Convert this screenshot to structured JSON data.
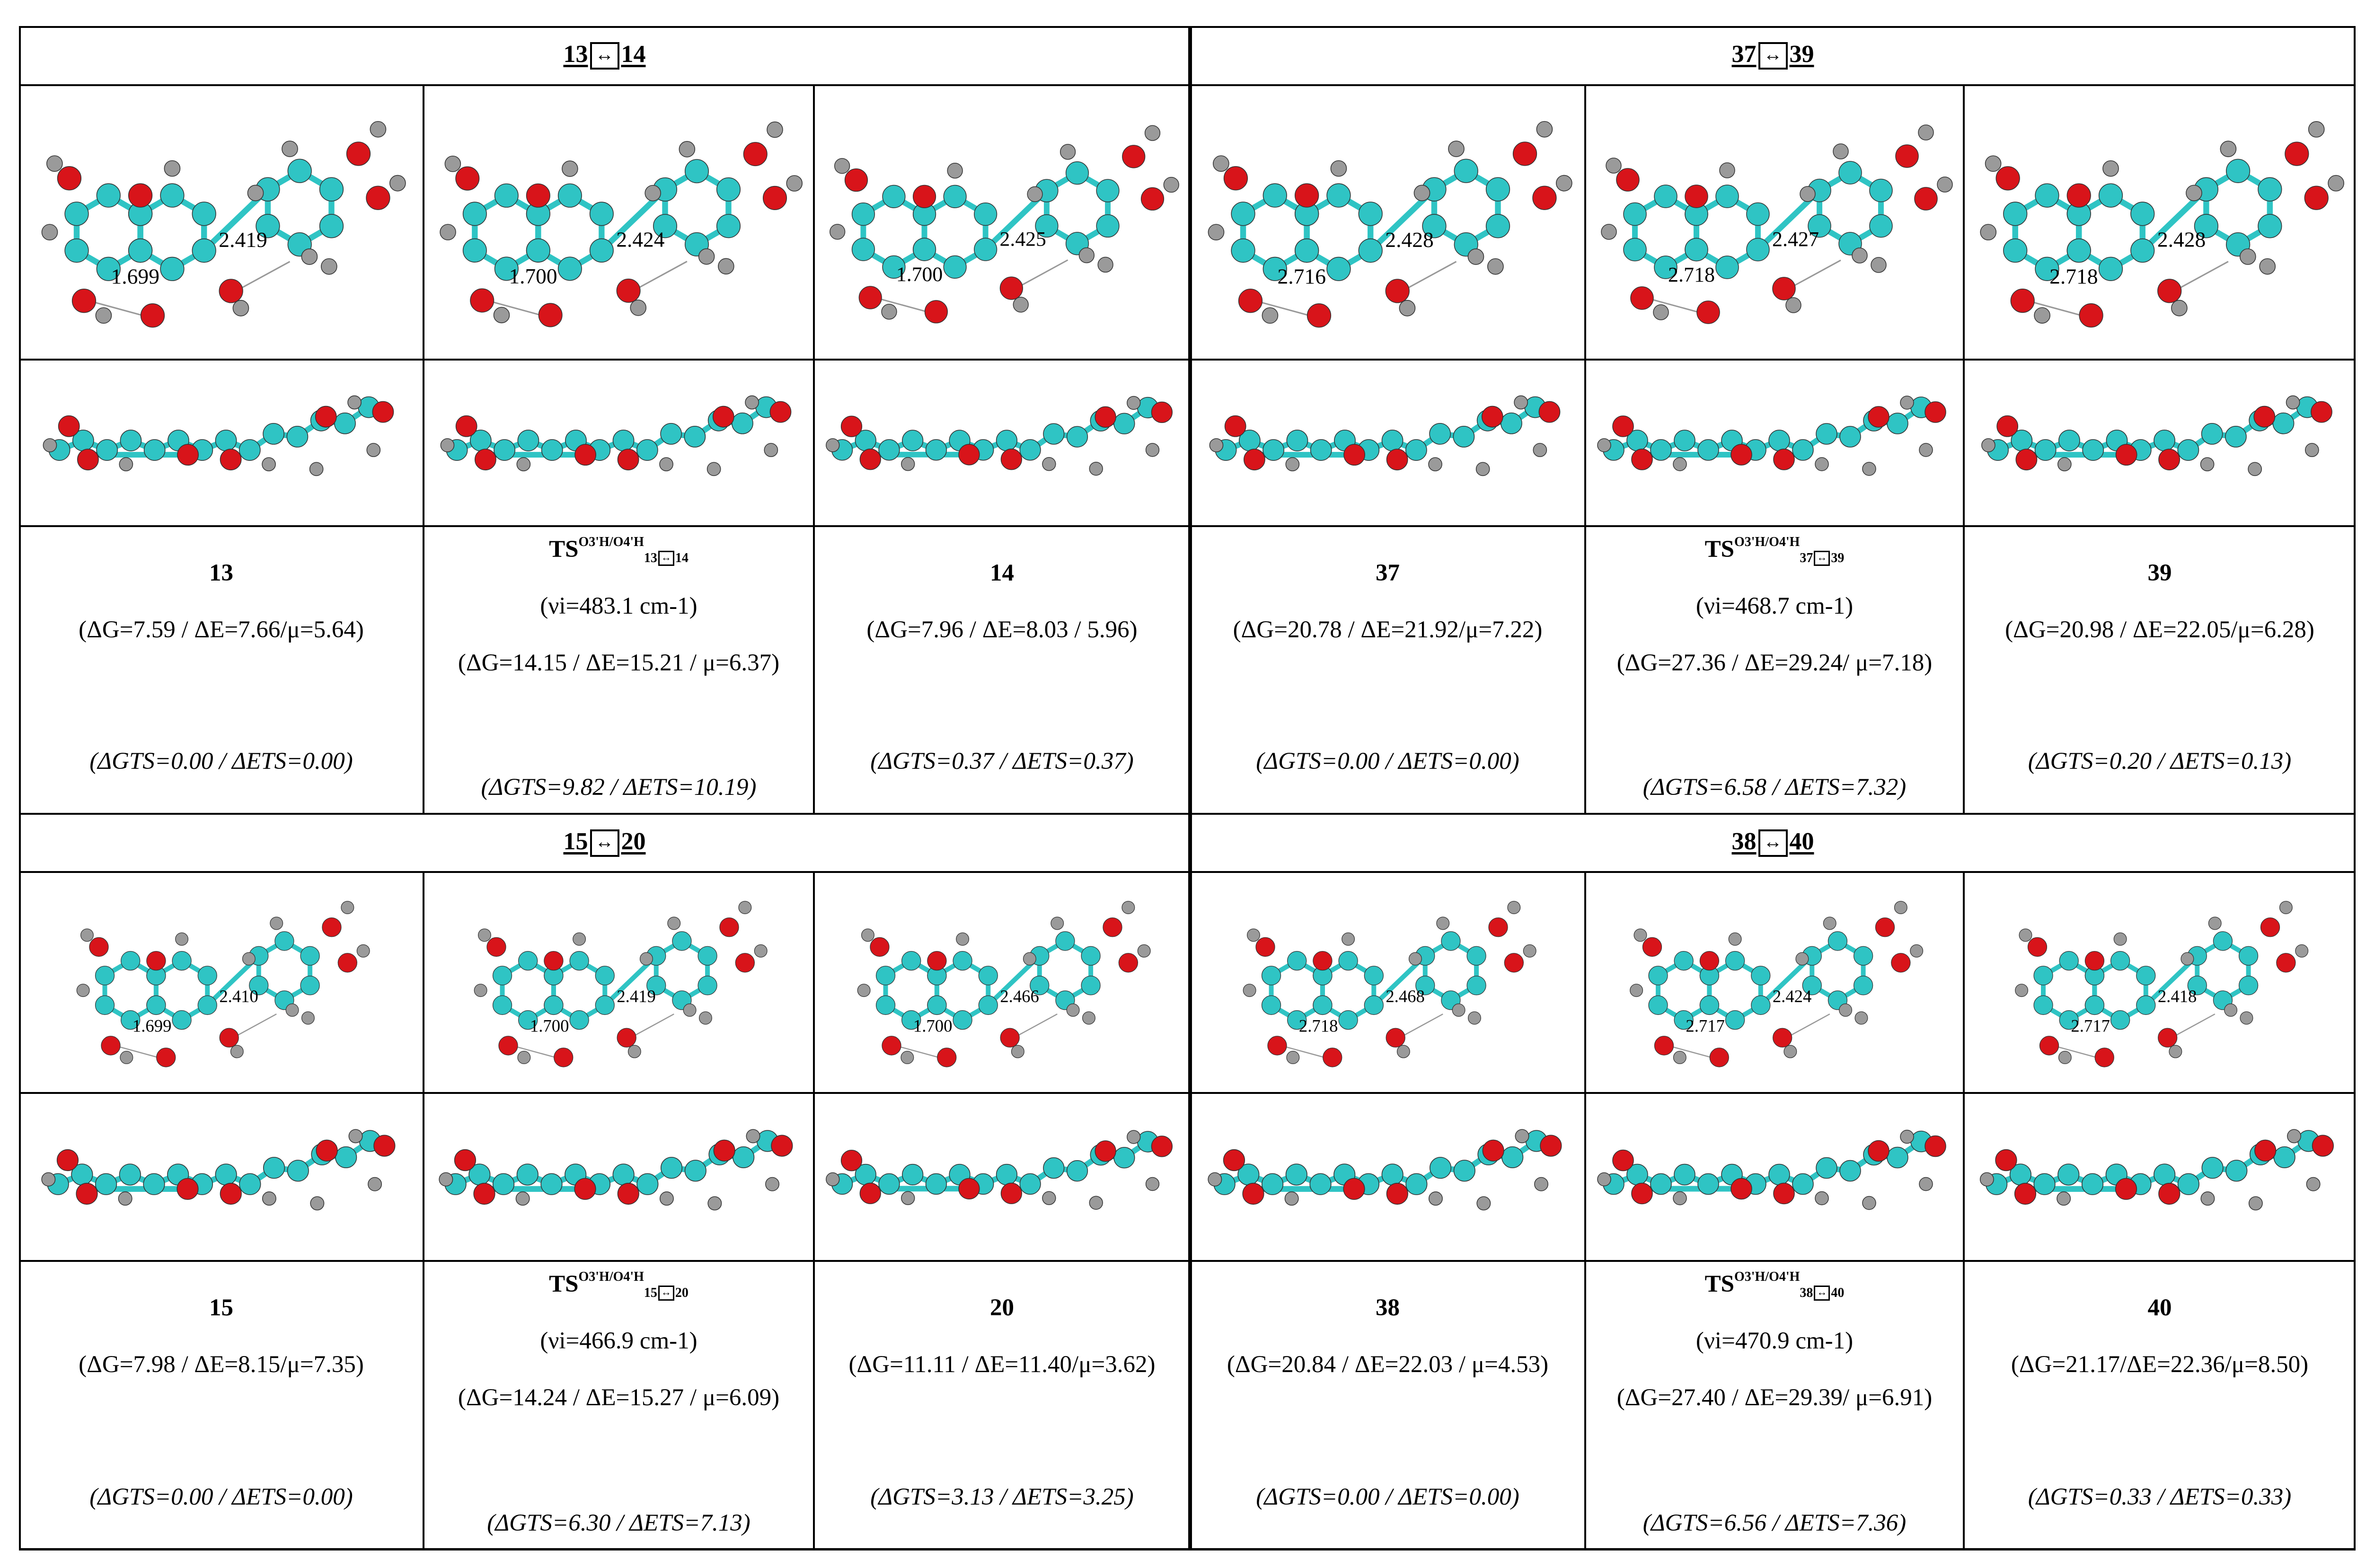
{
  "sections": [
    {
      "header": {
        "left": "13",
        "arrow": "↔",
        "right": "14"
      },
      "cells": [
        {
          "kind": "min",
          "name": "13",
          "energies": "(ΔG=7.59 / ΔE=7.66/μ=5.64)",
          "ts_energies": "(ΔGTS=0.00 / ΔETS=0.00)",
          "dist1": "1.699",
          "dist2": "2.419"
        },
        {
          "kind": "ts",
          "ts_label": "TS",
          "ts_sup": "O3'H/O4'H",
          "ts_sub_left": "13",
          "ts_sub_right": "14",
          "freq": "(νi=483.1 cm-1)",
          "energies": "(ΔG=14.15 / ΔE=15.21 / μ=6.37)",
          "ts_energies": "(ΔGTS=9.82 / ΔETS=10.19)",
          "dist1": "1.700",
          "dist2": "2.424"
        },
        {
          "kind": "min",
          "name": "14",
          "energies": "(ΔG=7.96 / ΔE=8.03 / 5.96)",
          "ts_energies": "(ΔGTS=0.37 / ΔETS=0.37)",
          "dist1": "1.700",
          "dist2": "2.425"
        }
      ]
    },
    {
      "header": {
        "left": "37",
        "arrow": "↔",
        "right": "39"
      },
      "cells": [
        {
          "kind": "min",
          "name": "37",
          "energies": "(ΔG=20.78 / ΔE=21.92/μ=7.22)",
          "ts_energies": "(ΔGTS=0.00 / ΔETS=0.00)",
          "dist1": "2.716",
          "dist2": "2.428"
        },
        {
          "kind": "ts",
          "ts_label": "TS",
          "ts_sup": "O3'H/O4'H",
          "ts_sub_left": "37",
          "ts_sub_right": "39",
          "freq": "(νi=468.7 cm-1)",
          "energies": "(ΔG=27.36 / ΔE=29.24/ μ=7.18)",
          "ts_energies": "(ΔGTS=6.58 / ΔETS=7.32)",
          "dist1": "2.718",
          "dist2": "2.427"
        },
        {
          "kind": "min",
          "name": "39",
          "energies": "(ΔG=20.98 / ΔE=22.05/μ=6.28)",
          "ts_energies": "(ΔGTS=0.20 / ΔETS=0.13)",
          "dist1": "2.718",
          "dist2": "2.428"
        }
      ]
    },
    {
      "header": {
        "left": "15",
        "arrow": "↔",
        "right": "20"
      },
      "cells": [
        {
          "kind": "min",
          "name": "15",
          "energies": "(ΔG=7.98 / ΔE=8.15/μ=7.35)",
          "ts_energies": "(ΔGTS=0.00 / ΔETS=0.00)",
          "dist1": "1.699",
          "dist2": "2.410"
        },
        {
          "kind": "ts",
          "ts_label": "TS",
          "ts_sup": "O3'H/O4'H",
          "ts_sub_left": "15",
          "ts_sub_right": "20",
          "freq": "(νi=466.9 cm-1)",
          "energies": "(ΔG=14.24 / ΔE=15.27 / μ=6.09)",
          "ts_energies": "(ΔGTS=6.30 / ΔETS=7.13)",
          "dist1": "1.700",
          "dist2": "2.419"
        },
        {
          "kind": "min",
          "name": "20",
          "energies": "(ΔG=11.11 / ΔE=11.40/μ=3.62)",
          "ts_energies": "(ΔGTS=3.13 / ΔETS=3.25)",
          "dist1": "1.700",
          "dist2": "2.466"
        }
      ]
    },
    {
      "header": {
        "left": "38",
        "arrow": "↔",
        "right": "40"
      },
      "cells": [
        {
          "kind": "min",
          "name": "38",
          "energies": "(ΔG=20.84 / ΔE=22.03 / μ=4.53)",
          "ts_energies": "(ΔGTS=0.00 / ΔETS=0.00)",
          "dist1": "2.718",
          "dist2": "2.468"
        },
        {
          "kind": "ts",
          "ts_label": "TS",
          "ts_sup": "O3'H/O4'H",
          "ts_sub_left": "38",
          "ts_sub_right": "40",
          "freq": "(νi=470.9 cm-1)",
          "energies": "(ΔG=27.40 / ΔE=29.39/ μ=6.91)",
          "ts_energies": "(ΔGTS=6.56 / ΔETS=7.36)",
          "dist1": "2.717",
          "dist2": "2.424"
        },
        {
          "kind": "min",
          "name": "40",
          "energies": "(ΔG=21.17/ΔE=22.36/μ=8.50)",
          "ts_energies": "(ΔGTS=0.33 / ΔETS=0.33)",
          "dist1": "2.717",
          "dist2": "2.418"
        }
      ]
    }
  ],
  "colors": {
    "carbon": "#2fc4c4",
    "oxygen": "#d8141a",
    "hydrogen": "#9a9a9a",
    "border": "#000000"
  }
}
